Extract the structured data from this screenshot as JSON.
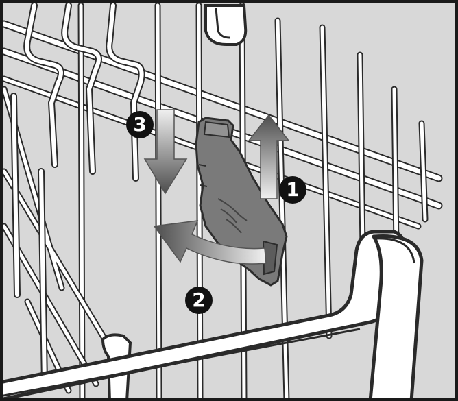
{
  "steps": [
    {
      "number": "1",
      "direction": "lift-up"
    },
    {
      "number": "2",
      "direction": "rotate-out"
    },
    {
      "number": "3",
      "direction": "push-down"
    }
  ],
  "colors": {
    "frame": "#222222",
    "background": "#d8d8d8",
    "wire_fill": "#ffffff",
    "clip_fill": "#7a7a7a",
    "arrow_light": "#ececec",
    "arrow_dark": "#555555",
    "badge_fill": "#111111",
    "badge_text": "#ffffff"
  },
  "icons": [
    "rack-basket-icon",
    "holder-clip-icon",
    "arrow-up-icon",
    "arrow-down-icon",
    "curved-arrow-icon"
  ]
}
